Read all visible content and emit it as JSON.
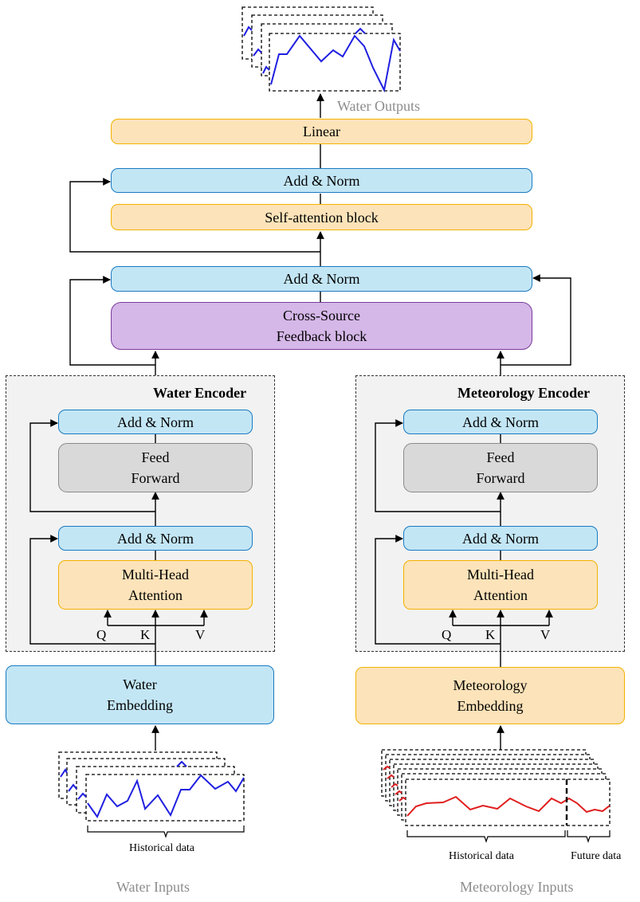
{
  "outputs": {
    "caption": "Water Outputs"
  },
  "top": {
    "linear": "Linear",
    "add_norm_top": "Add & Norm",
    "self_attention": "Self-attention block",
    "add_norm_mid": "Add & Norm",
    "cross_source_line1": "Cross-Source",
    "cross_source_line2": "Feedback block"
  },
  "water_encoder": {
    "title": "Water Encoder",
    "add_norm_upper": "Add & Norm",
    "feed_line1": "Feed",
    "feed_line2": "Forward",
    "add_norm_lower": "Add & Norm",
    "mha_line1": "Multi-Head",
    "mha_line2": "Attention",
    "q": "Q",
    "k": "K",
    "v": "V"
  },
  "meteorology_encoder": {
    "title": "Meteorology Encoder",
    "add_norm_upper": "Add & Norm",
    "feed_line1": "Feed",
    "feed_line2": "Forward",
    "add_norm_lower": "Add & Norm",
    "mha_line1": "Multi-Head",
    "mha_line2": "Attention",
    "q": "Q",
    "k": "K",
    "v": "V"
  },
  "water_embedding": {
    "line1": "Water",
    "line2": "Embedding"
  },
  "meteorology_embedding": {
    "line1": "Meteorology",
    "line2": "Embedding"
  },
  "water_inputs": {
    "brace_label": "Historical data",
    "caption": "Water Inputs"
  },
  "meteorology_inputs": {
    "historical_label": "Historical data",
    "future_label": "Future data",
    "caption": "Meteorology Inputs"
  },
  "colors": {
    "blue_fill": "#c3e6f5",
    "blue_border": "#1a7ac2",
    "orange_fill": "#fde3b9",
    "orange_border": "#f2b200",
    "purple_fill": "#d5b7e8",
    "purple_border": "#7b3b9c",
    "gray_fill": "#d9d9d9",
    "gray_border": "#8a8a8a",
    "water_series": "#1f1fe0",
    "meteorology_series": "#e01f1f"
  }
}
